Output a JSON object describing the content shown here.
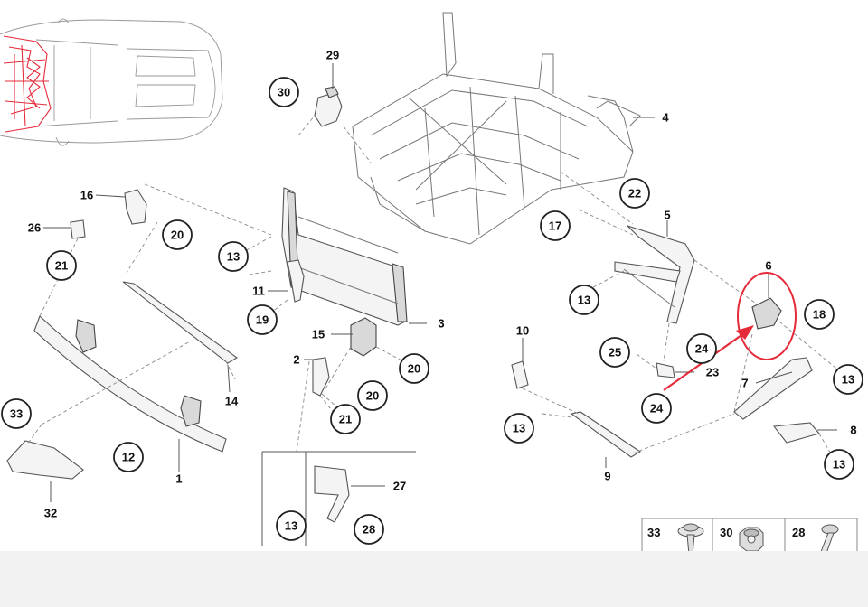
{
  "diagram": {
    "callouts": {
      "c30a": "30",
      "c20a": "20",
      "c21a": "21",
      "c13a": "13",
      "c19": "19",
      "c20b": "20",
      "c20c": "20",
      "c21b": "21",
      "c33": "33",
      "c12": "12",
      "c13b": "13",
      "c28": "28",
      "c22": "22",
      "c17": "17",
      "c13c": "13",
      "c18": "18",
      "c25": "25",
      "c24a": "24",
      "c24b": "24",
      "c13d": "13",
      "c13e": "13",
      "c13f": "13"
    },
    "labels": {
      "l29": "29",
      "l4": "4",
      "l16": "16",
      "l26": "26",
      "l11": "11",
      "l3": "3",
      "l15": "15",
      "l2": "2",
      "l14": "14",
      "l1": "1",
      "l32": "32",
      "l27": "27",
      "l5": "5",
      "l6": "6",
      "l10": "10",
      "l23": "23",
      "l7": "7",
      "l8": "8",
      "l9": "9"
    },
    "highlight_color": "#e52b3a"
  },
  "legend": {
    "items": [
      {
        "number": "33",
        "icon": "flange-screw-icon"
      },
      {
        "number": "30",
        "icon": "hex-nut-icon"
      },
      {
        "number": "28",
        "icon": "bolt-icon"
      }
    ]
  }
}
